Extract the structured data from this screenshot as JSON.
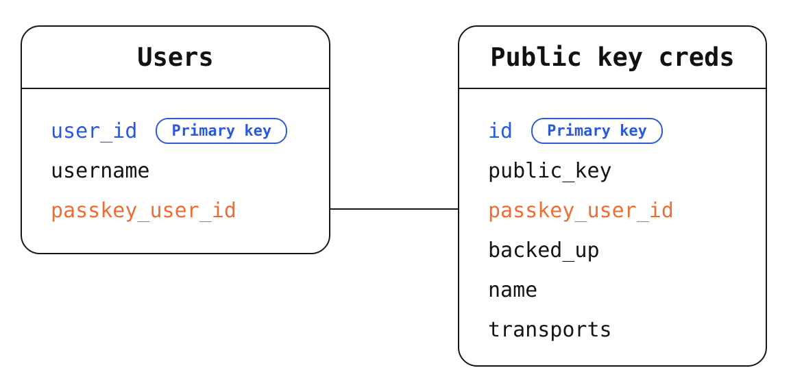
{
  "diagram": {
    "type": "entity-relationship",
    "colors": {
      "primary_key_blue": "#2b59d8",
      "foreign_key_orange": "#eb6e37",
      "text_black": "#141414",
      "border_black": "#161616",
      "background": "#ffffff"
    },
    "tables": [
      {
        "title": "Users",
        "fields": [
          {
            "name": "user_id",
            "badge": "Primary key",
            "color": "#2b59d8"
          },
          {
            "name": "username",
            "color": "#141414"
          },
          {
            "name": "passkey_user_id",
            "color": "#eb6e37"
          }
        ]
      },
      {
        "title": "Public key creds",
        "fields": [
          {
            "name": "id",
            "badge": "Primary key",
            "color": "#2b59d8"
          },
          {
            "name": "public_key",
            "color": "#141414"
          },
          {
            "name": "passkey_user_id",
            "color": "#eb6e37"
          },
          {
            "name": "backed_up",
            "color": "#141414"
          },
          {
            "name": "name",
            "color": "#141414"
          },
          {
            "name": "transports",
            "color": "#141414"
          }
        ]
      }
    ],
    "relationship": {
      "style": "straight-horizontal-line",
      "from_table": "Users",
      "from_field": "passkey_user_id",
      "to_table": "Public key creds",
      "to_field": "passkey_user_id"
    }
  }
}
